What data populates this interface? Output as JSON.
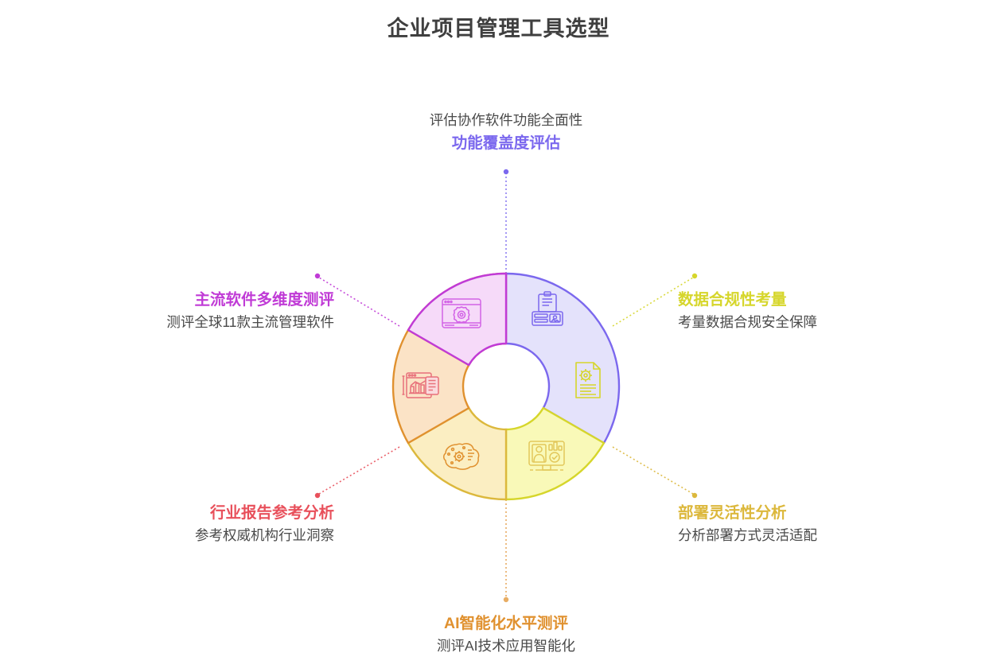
{
  "page": {
    "title": "企业项目管理工具选型"
  },
  "chart_data": {
    "type": "pie",
    "title": "企业项目管理工具选型",
    "subtype": "donut",
    "center": [
      636,
      486
    ],
    "outer_radius": 142,
    "inner_radius": 54,
    "segments_count": 6,
    "segment_angle_deg": 60,
    "legend": "none",
    "categories": [
      "功能覆盖度评估",
      "数据合规性考量",
      "部署灵活性分析",
      "AI智能化水平测评",
      "行业报告参考分析",
      "主流软件多维度测评"
    ],
    "values": [
      1,
      1,
      1,
      1,
      1,
      1
    ],
    "colors": [
      "#7b68ee",
      "#d6d62b",
      "#dcb83c",
      "#e0912f",
      "#e8505b",
      "#c03bd6"
    ]
  },
  "segments": [
    {
      "id": "feature-coverage",
      "title": "功能覆盖度评估",
      "desc": "评估协作软件功能全面性",
      "color": "#7b68ee",
      "fill": "#e4e2fb",
      "icon": "clipboard-dashboard-icon",
      "position": "top"
    },
    {
      "id": "data-compliance",
      "title": "数据合规性考量",
      "desc": "考量数据合规安全保障",
      "color": "#d6d62b",
      "fill": "#f9f9b8",
      "icon": "document-gear-icon",
      "position": "right-top"
    },
    {
      "id": "deployment-flexibility",
      "title": "部署灵活性分析",
      "desc": "分析部署方式灵活适配",
      "color": "#dcb83c",
      "fill": "#fbeec2",
      "icon": "monitor-analytics-icon",
      "position": "right-bottom"
    },
    {
      "id": "ai-intelligence",
      "title": "AI智能化水平测评",
      "desc": "测评AI技术应用智能化",
      "color": "#e0912f",
      "fill": "#fbe3c6",
      "icon": "ai-brain-icon",
      "position": "bottom"
    },
    {
      "id": "industry-report",
      "title": "行业报告参考分析",
      "desc": "参考权威机构行业洞察",
      "color": "#e8505b",
      "fill": "#fadadd",
      "icon": "report-chart-icon",
      "position": "left-bottom"
    },
    {
      "id": "mainstream-software",
      "title": "主流软件多维度测评",
      "desc": "测评全球11款主流管理软件",
      "color": "#c03bd6",
      "fill": "#f6daf9",
      "icon": "browser-gear-icon",
      "position": "left-top"
    }
  ]
}
